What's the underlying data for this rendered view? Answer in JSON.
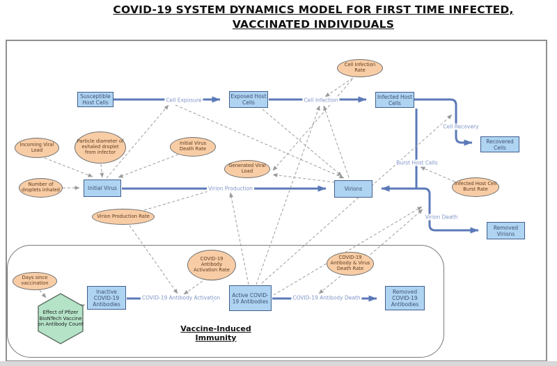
{
  "title": "COVID-19 SYSTEM DYNAMICS MODEL FOR FIRST TIME INFECTED, VACCINATED INDIVIDUALS",
  "section": {
    "label": "Vaccine-Induced Immunity"
  },
  "colors": {
    "stock_fill": "#AFD4F2",
    "stock_border": "#3F5E8C",
    "stock_text": "#3D4F73",
    "flow_pipe": "#5B79B8",
    "flow_label_text": "#8095C8",
    "aux_fill": "#F8CDA6",
    "aux_border": "#6E6E6E",
    "aux_text": "#5C3A1E",
    "converter_fill": "#B4E3C8",
    "converter_border": "#5A6B5E",
    "connector": "#9B9B9B",
    "frame_border": "#8F8F8F"
  },
  "stocks": {
    "susceptible": {
      "label": "Susceptible Host Cells"
    },
    "exposed": {
      "label": "Exposed Host Cells"
    },
    "infected": {
      "label": "Infected Host Cells"
    },
    "recovered": {
      "label": "Recovered Cells"
    },
    "initial_virus": {
      "label": "Initial Virus"
    },
    "virions": {
      "label": "Virions"
    },
    "removed_virions": {
      "label": "Removed Virions"
    },
    "inactive_ab": {
      "label": "Inactive COVID-19 Antibodies"
    },
    "active_ab": {
      "label": "Active COVID-19 Antibodies"
    },
    "removed_ab": {
      "label": "Removed COVID-19 Antibodies"
    }
  },
  "flows": {
    "cell_exposure": {
      "label": "Cell Exposure"
    },
    "cell_infection": {
      "label": "Cell Infection"
    },
    "cell_recovery": {
      "label": "Cell Recovery"
    },
    "burst_host_cells": {
      "label": "Burst Host Cells"
    },
    "virion_production": {
      "label": "Virion Production"
    },
    "virion_death": {
      "label": "Virion Death"
    },
    "ab_activation": {
      "label": "COVID-19 Antibody Activation"
    },
    "ab_death": {
      "label": "COVID-19 Antibody Death"
    }
  },
  "auxiliaries": {
    "incoming_viral_load": {
      "label": "Incoming Viral Load"
    },
    "particle_diameter": {
      "label": "Particle diameter of exhaled droplet from infector"
    },
    "initial_virus_death": {
      "label": "Initial Virus Death Rate"
    },
    "number_droplets": {
      "label": "Number of droplets inhaled"
    },
    "generated_viral_load": {
      "label": "Generated Viral Load"
    },
    "virion_prod_rate": {
      "label": "Virion Production Rate"
    },
    "cell_infection_rate": {
      "label": "Cell Infection Rate"
    },
    "burst_rate": {
      "label": "Infected Host Cell Burst Rate"
    },
    "activation_rate": {
      "label": "COVID-19 Antibody Activation Rate"
    },
    "ab_virus_death_rate": {
      "label": "COVID-19 Antibody & Virus Death Rate"
    },
    "days_since_vax": {
      "label": "Days since vaccination"
    }
  },
  "converter": {
    "effect_pfizer": {
      "label": "Effect of Pfizer BioNTech Vaccine on Antibody Count"
    }
  },
  "connections": [
    {
      "from": "incoming-viral-load",
      "to": "initial-virus"
    },
    {
      "from": "particle-diameter",
      "to": "initial-virus"
    },
    {
      "from": "initial-virus-death-rate",
      "to": "initial-virus"
    },
    {
      "from": "number-of-droplets-inhaled",
      "to": "initial-virus"
    },
    {
      "from": "initial-virus",
      "to": "valve-cell-exposure"
    },
    {
      "from": "valve-cell-exposure",
      "to": "virions"
    },
    {
      "from": "virions",
      "to": "valve-cell-infection"
    },
    {
      "from": "active-covid19-antibodies",
      "to": "valve-cell-infection"
    },
    {
      "from": "cell-infection-rate",
      "to": "valve-cell-infection"
    },
    {
      "from": "cell-infection-rate",
      "to": "generated-viral-load"
    },
    {
      "from": "virions",
      "to": "generated-viral-load"
    },
    {
      "from": "virion-production-rate",
      "to": "valve-virion-production"
    },
    {
      "from": "infected-host-cell-burst-rate",
      "to": "valve-burst-host-cells"
    },
    {
      "from": "active-covid19-antibodies",
      "to": "valve-cell-recovery"
    },
    {
      "from": "active-covid19-antibodies",
      "to": "valve-virion-death"
    },
    {
      "from": "covid19-antibody-virus-death-rate",
      "to": "valve-virion-death"
    },
    {
      "from": "covid19-antibody-virus-death-rate",
      "to": "valve-covid19-antibody-death"
    },
    {
      "from": "covid19-antibody-activation-rate",
      "to": "valve-covid19-antibody-activation"
    },
    {
      "from": "virion-production-rate",
      "to": "valve-covid19-antibody-activation"
    },
    {
      "from": "days-since-vaccination",
      "to": "effect-pfizer-converter"
    },
    {
      "from": "effect-pfizer-converter",
      "to": "inactive-covid19-antibodies"
    },
    {
      "from": "active-covid19-antibodies",
      "to": "valve-virion-production"
    },
    {
      "from": "exposed-host-cells",
      "to": "virions"
    }
  ]
}
